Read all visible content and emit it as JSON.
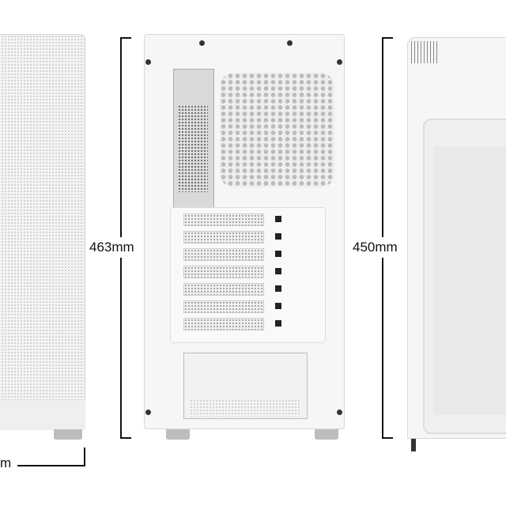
{
  "dimensions": {
    "height_front": "463mm",
    "height_side": "450mm",
    "width_partial": "m"
  },
  "colors": {
    "line": "#111111",
    "case": "#f6f6f6",
    "foot": "#bdbdbd"
  }
}
